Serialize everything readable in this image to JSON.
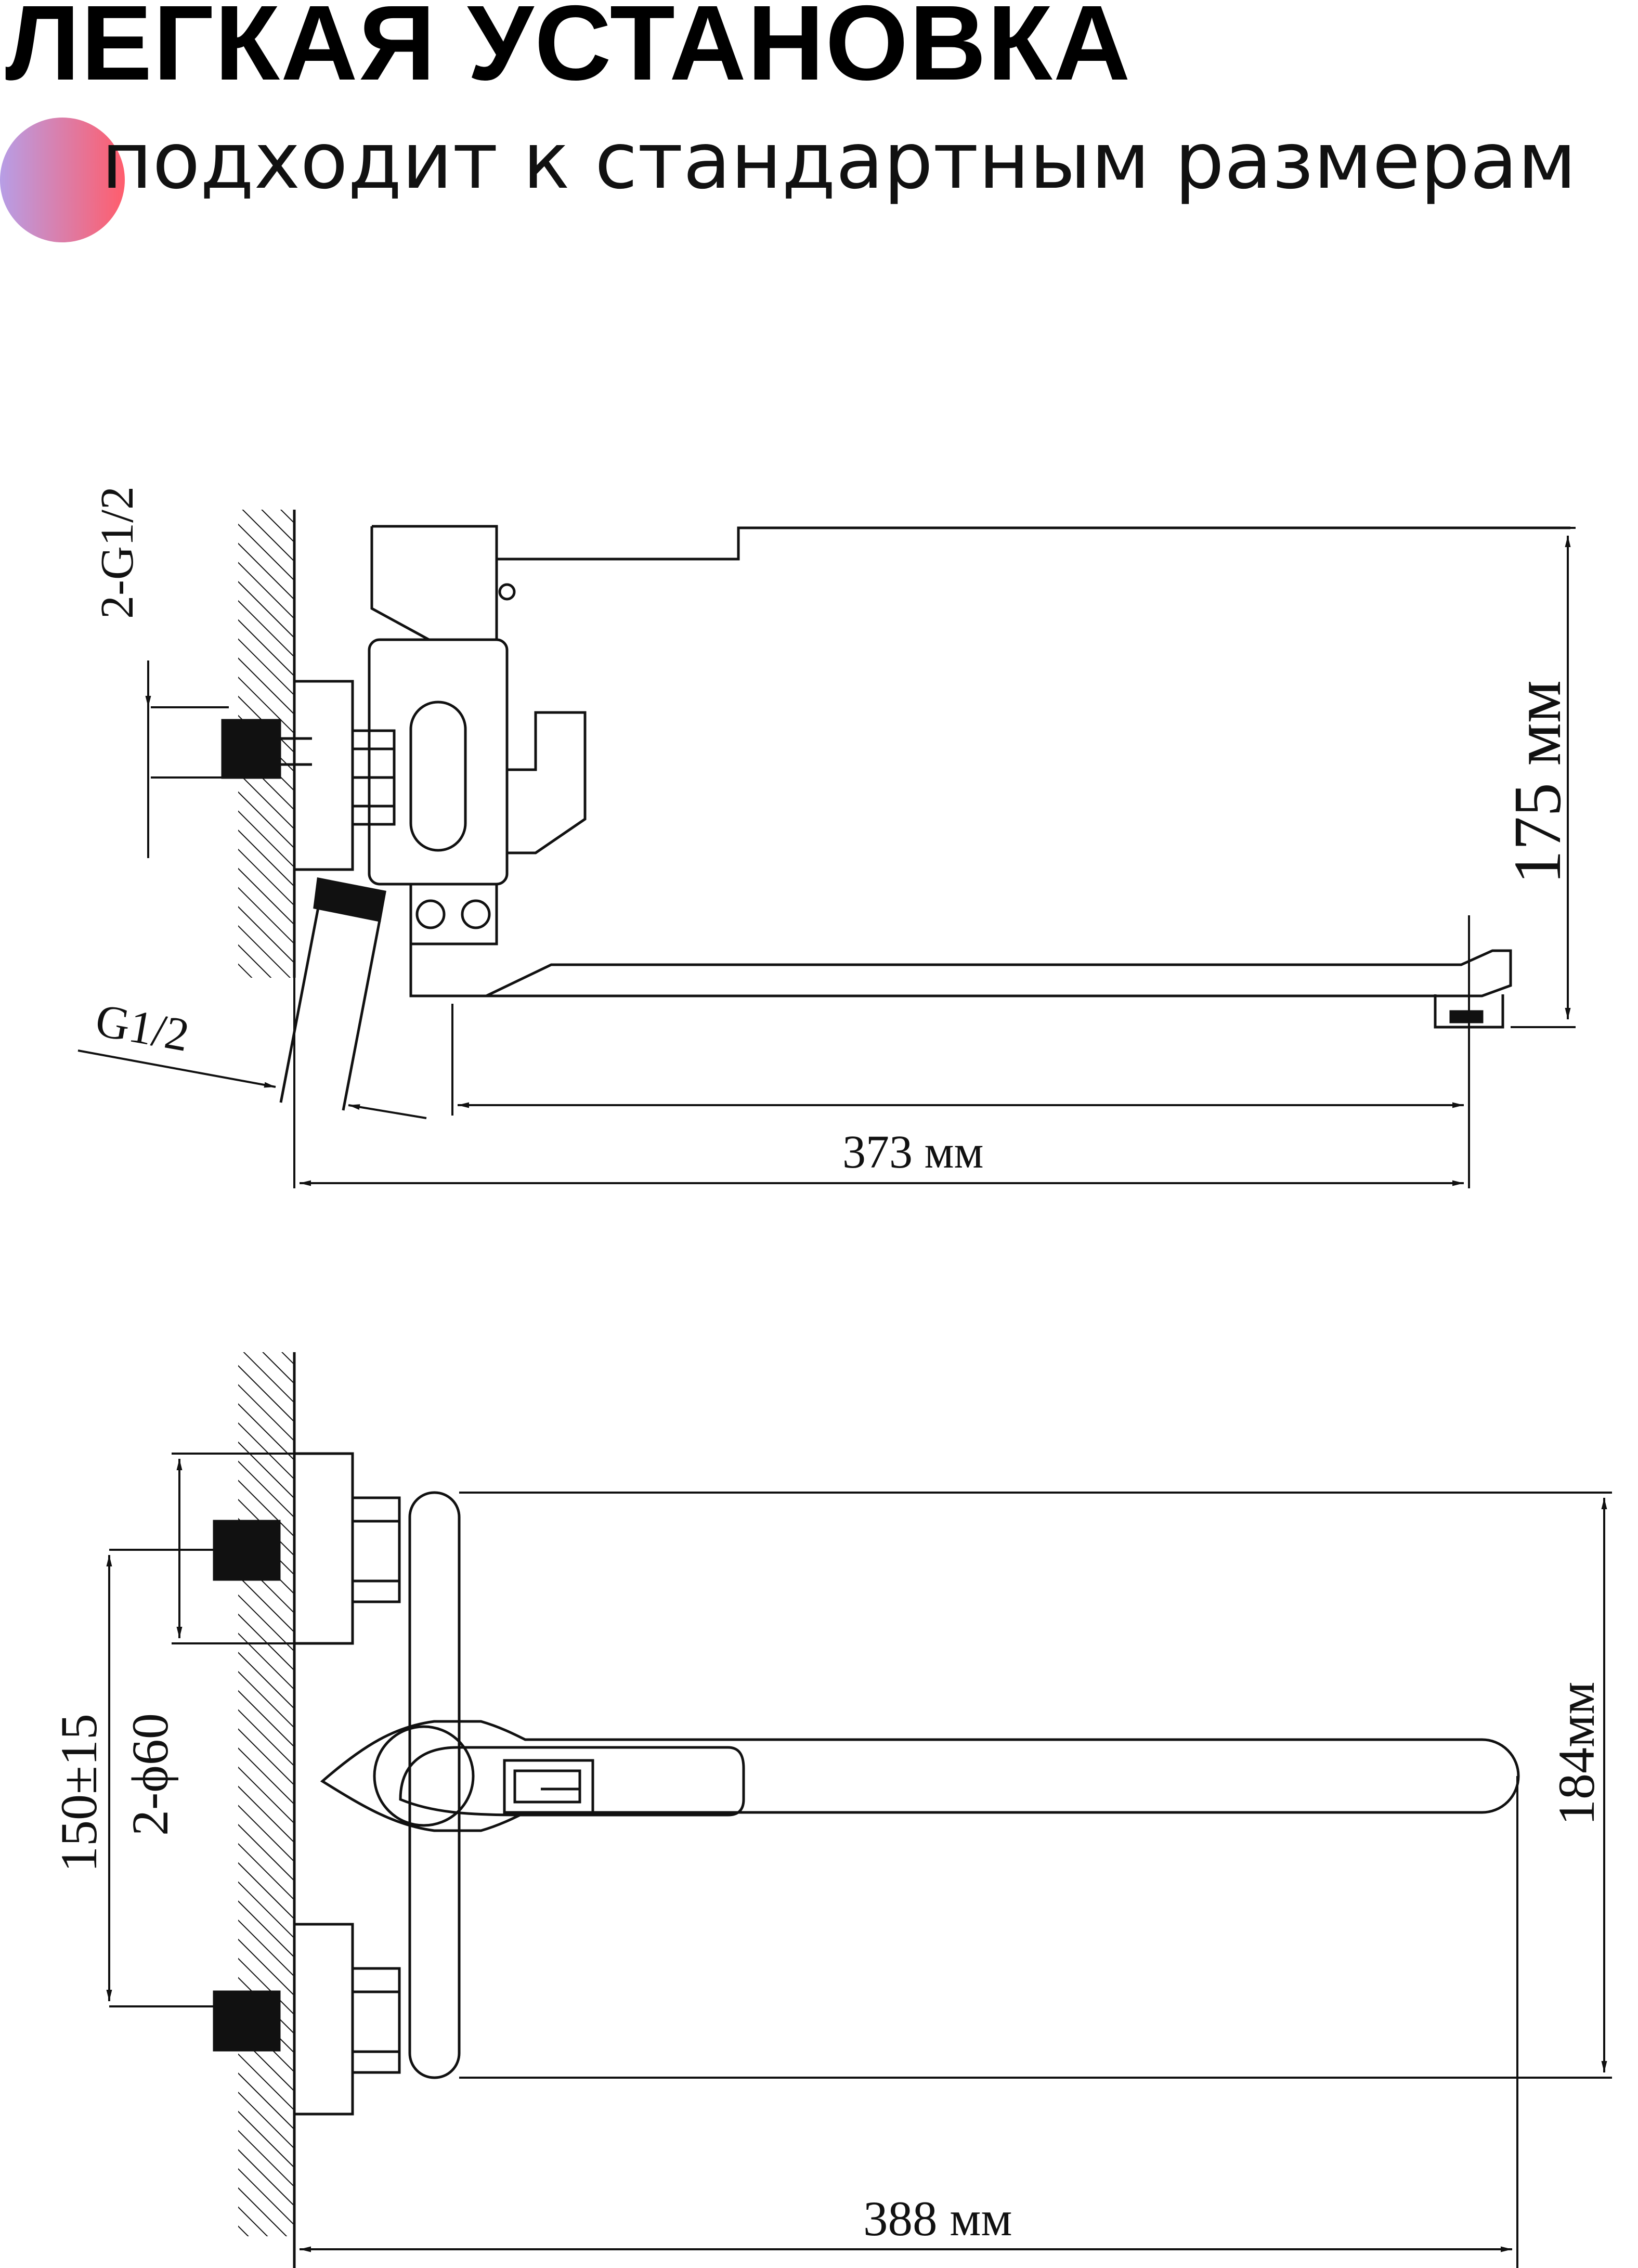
{
  "header": {
    "title": "ЛЕГКАЯ УСТАНОВКА",
    "subtitle": "подходит к стандартным размерам",
    "accent_gradient": [
      "#b79ee6",
      "#ff5d6c"
    ]
  },
  "side_view": {
    "connection_label": "2-G1/2",
    "outlet_label": "G1/2",
    "height_label": "175 мм",
    "length_label": "373 мм"
  },
  "top_view": {
    "spacing_label": "150±15",
    "flange_label": "2-ϕ60",
    "depth_label": "184мм",
    "length_label": "388 мм"
  },
  "colors": {
    "line": "#111111",
    "background": "#ffffff"
  }
}
